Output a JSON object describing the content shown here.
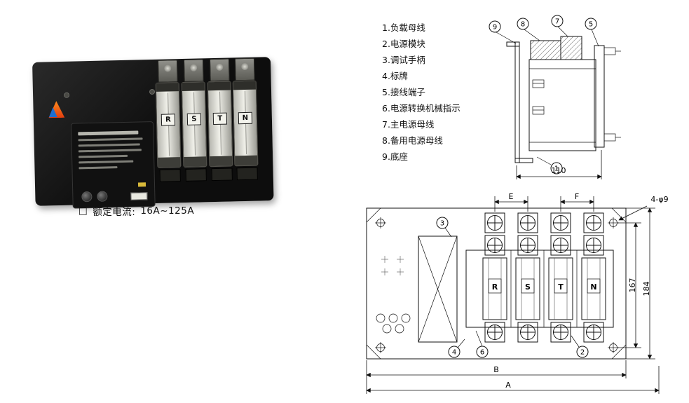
{
  "product": {
    "poles": [
      "R",
      "S",
      "T",
      "N"
    ],
    "rated_current": {
      "box": "□",
      "label": "额定电流:",
      "value": "16A~125A"
    }
  },
  "colors": {
    "logo_orange": "#e8500e",
    "logo_blue": "#1d6fd1",
    "device_body": "#141414"
  },
  "parts_list": {
    "items": [
      "1.负载母线",
      "2.电源模块",
      "3.调试手柄",
      "4.标牌",
      "5.接线端子",
      "6.电源转换机械指示",
      "7.主电源母线",
      "8.备用电源母线",
      "9.底座"
    ]
  },
  "side_view": {
    "callouts": [
      "9",
      "8",
      "7",
      "5",
      "1"
    ],
    "dims": {
      "depth": "110"
    }
  },
  "top_view": {
    "callouts": [
      "3",
      "4",
      "6",
      "2"
    ],
    "poles": [
      "R",
      "S",
      "T",
      "N"
    ],
    "dims": {
      "e": "E",
      "f": "F",
      "holes": "4-φ9",
      "inner_height": "167",
      "outer_height": "184",
      "inner_width": "B",
      "outer_width": "A"
    }
  }
}
